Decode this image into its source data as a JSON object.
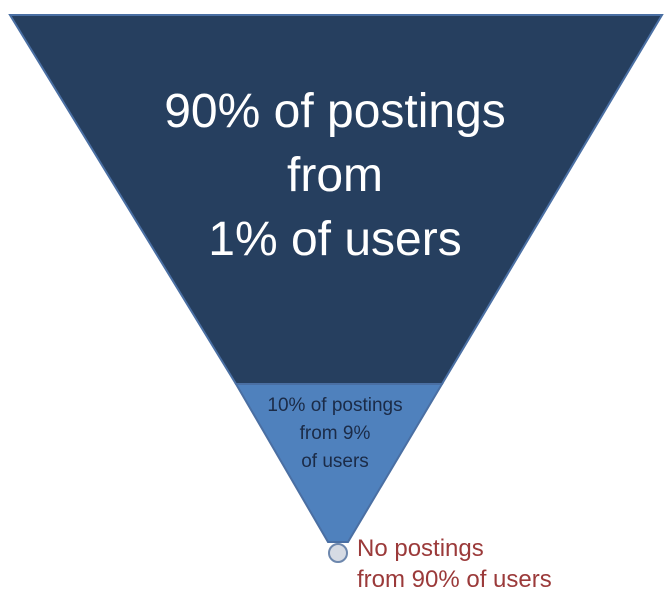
{
  "diagram": {
    "top_segment": {
      "line1": "90% of postings",
      "line2": "from",
      "line3": "1% of users",
      "fill": "#263f5f"
    },
    "middle_segment": {
      "line1": "10% of postings",
      "line2": "from 9%",
      "line3": "of users",
      "fill": "#4f81bd"
    },
    "bottom_segment": {
      "line1": "No postings",
      "line2": "from 90% of users",
      "fill": "#d6dbe4",
      "text_color": "#9b3a3a"
    },
    "outline_color": "#4a6fa3"
  }
}
